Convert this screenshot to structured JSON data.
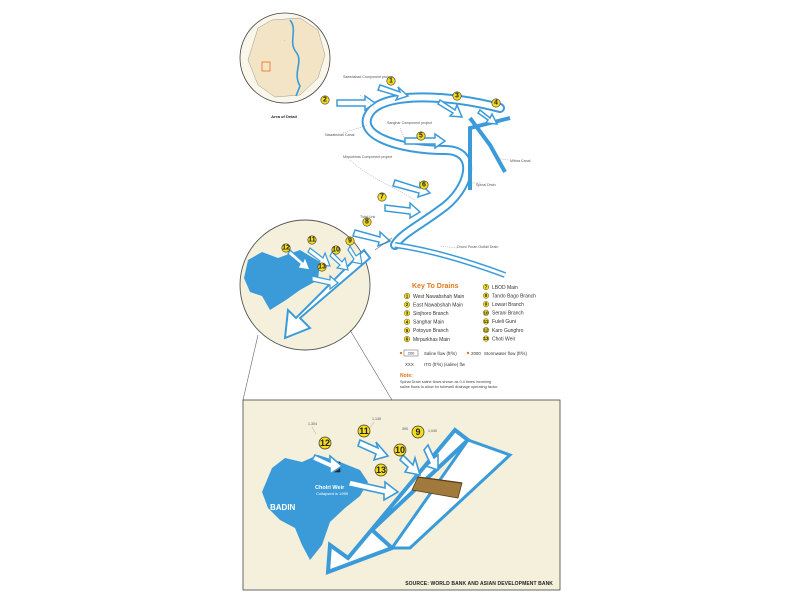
{
  "inset_map": {
    "area_label": "Area of Detail"
  },
  "callouts": [
    {
      "id": "c1",
      "text": "Saeedabad Component project"
    },
    {
      "id": "c2",
      "text": "Sanghar Component project"
    },
    {
      "id": "c3",
      "text": "Mirpurkhas Component project"
    },
    {
      "id": "c4",
      "text": "Nawabshah Canal"
    },
    {
      "id": "c5",
      "text": "Mithra Canal"
    },
    {
      "id": "c6",
      "text": "Spinal Drain"
    },
    {
      "id": "c7",
      "text": "Tidal Link"
    },
    {
      "id": "c8",
      "text": "Dhoro Puran Outfall Drain"
    }
  ],
  "markers_top": [
    "1",
    "2",
    "3",
    "4",
    "5",
    "6",
    "7",
    "8"
  ],
  "markers_circle": [
    "12",
    "11",
    "10",
    "9",
    "13"
  ],
  "markers_bottom": [
    "12",
    "11",
    "10",
    "9",
    "13"
  ],
  "key": {
    "title": "Key To Drains",
    "left": [
      {
        "n": "1",
        "label": "West Nawabshah Main"
      },
      {
        "n": "2",
        "label": "East Nawabshah Main"
      },
      {
        "n": "3",
        "label": "Sinjhoro Branch"
      },
      {
        "n": "4",
        "label": "Sanghar Main"
      },
      {
        "n": "5",
        "label": "Potoyun Branch"
      },
      {
        "n": "6",
        "label": "Mirpurkhas Main"
      }
    ],
    "right": [
      {
        "n": "7",
        "label": "LBOD Main"
      },
      {
        "n": "8",
        "label": "Tando Bago Branch"
      },
      {
        "n": "9",
        "label": "Lowari Branch"
      },
      {
        "n": "10",
        "label": "Serani Branch"
      },
      {
        "n": "11",
        "label": "Fuleli Guni"
      },
      {
        "n": "12",
        "label": "Karo Gunghro"
      },
      {
        "n": "13",
        "label": "Choti Weir"
      }
    ],
    "legend1_box": "200",
    "legend1_text": "Saline flow (ft³/s)",
    "legend2_num": "2000",
    "legend2_text": "Stormwater flow (ft³/s)",
    "legend3_num": "XXX",
    "legend3_text": "ITO (ft³/s) (saline) flw"
  },
  "note": {
    "head": "Note:",
    "line1": "Spinal Drain saline flows shown as 0.4 times incoming",
    "line2": "saline flows to allow for tubewell drainage operating factor."
  },
  "detail": {
    "badin": "BADIN",
    "weir_label": "Cholri Weir",
    "weir_sub": "Collapsed in 1999",
    "flow_12": "1,304",
    "flow_11": "1,145",
    "flow_10": "390",
    "flow_9": "1,040"
  },
  "source": "SOURCE: WORLD BANK AND ASIAN DEVELOPMENT BANK",
  "colors": {
    "channel": "#3b9bd9",
    "detail_bg": "#f4f0dc",
    "marker": "#f5dd1c",
    "accent": "#e2761b"
  }
}
